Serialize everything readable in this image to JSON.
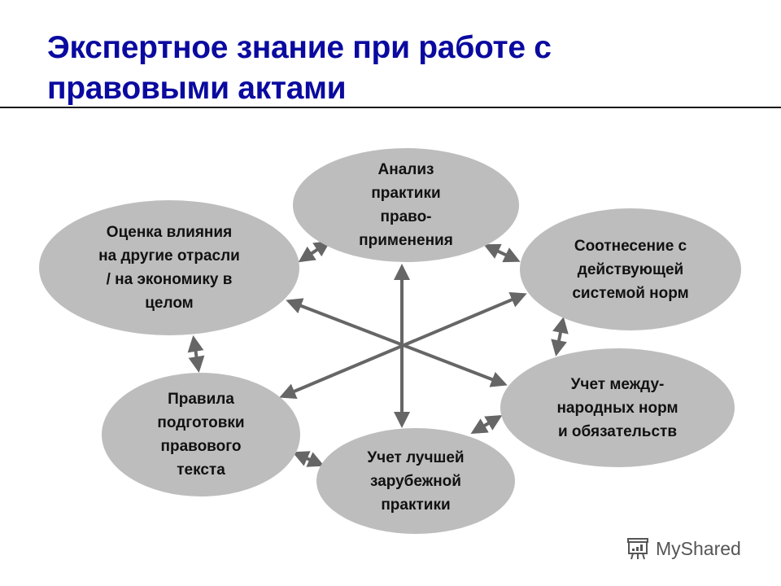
{
  "slide": {
    "title_lines": [
      "Экспертное знание при работе с",
      "правовыми актами"
    ],
    "title_color": "#0a0aa0"
  },
  "diagram": {
    "node_color": "#bdbdbd",
    "arrow_color": "#666666",
    "nodes": [
      {
        "id": "analysis",
        "lines": [
          "Анализ",
          "практики",
          "право-",
          "применения"
        ]
      },
      {
        "id": "correlation",
        "lines": [
          "Соотнесение с",
          "действующей",
          "системой норм"
        ]
      },
      {
        "id": "international",
        "lines": [
          "Учет между-",
          "народных норм",
          "и обязательств"
        ]
      },
      {
        "id": "foreign",
        "lines": [
          "Учет лучшей",
          "зарубежной",
          "практики"
        ]
      },
      {
        "id": "rules",
        "lines": [
          "Правила",
          "подготовки",
          "правового",
          "текста"
        ]
      },
      {
        "id": "impact",
        "lines": [
          "Оценка влияния",
          "на другие отрасли",
          "/ на экономику в",
          "целом"
        ]
      }
    ]
  },
  "watermark": {
    "text": "MyShared"
  }
}
